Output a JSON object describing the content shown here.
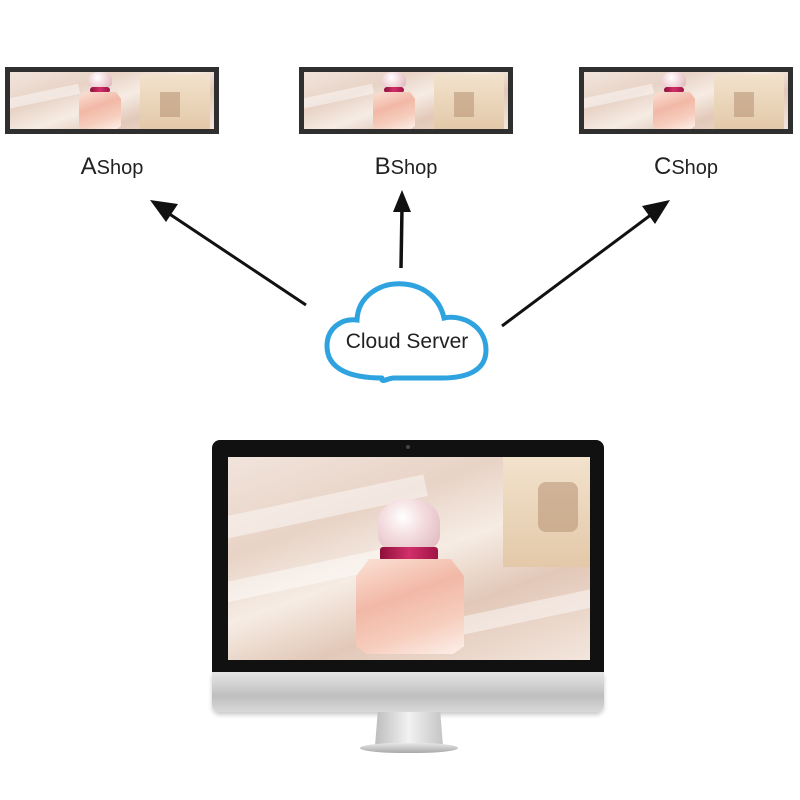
{
  "shops": [
    {
      "letter": "A",
      "name": "Shop"
    },
    {
      "letter": "B",
      "name": "Shop"
    },
    {
      "letter": "C",
      "name": "Shop"
    }
  ],
  "cloud": {
    "label": "Cloud Server",
    "color": "#2ea3e0"
  },
  "arrow_color": "#111111",
  "icons": {
    "cloud": "cloud-icon",
    "monitor": "desktop-monitor-icon",
    "display": "stretched-bar-display-icon",
    "arrow": "arrow-icon"
  }
}
